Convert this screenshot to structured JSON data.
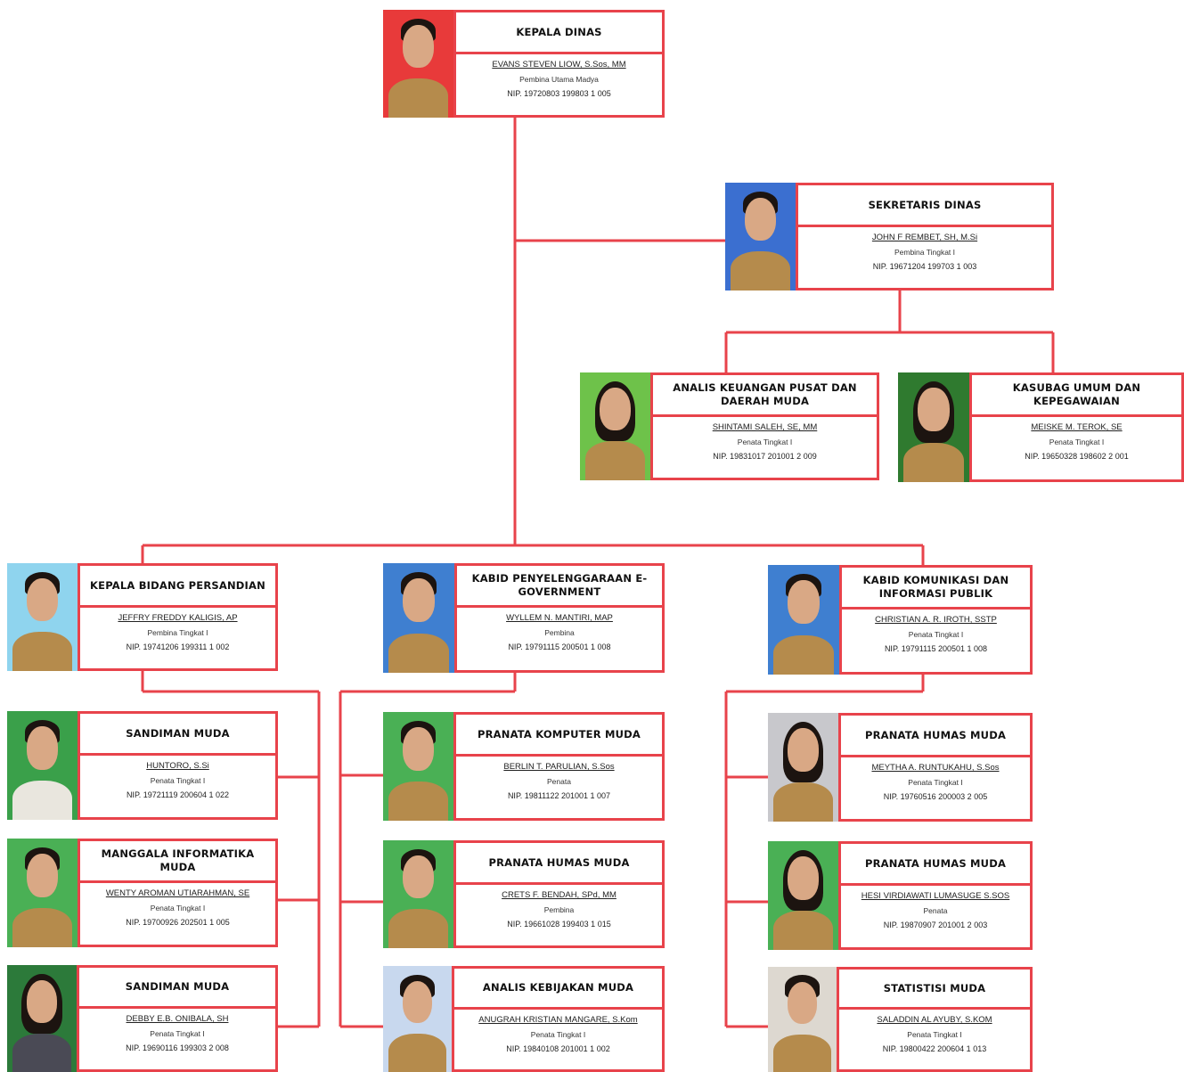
{
  "colors": {
    "line": "#e8434b",
    "border": "#e8434b"
  },
  "cards": [
    {
      "id": "kepala-dinas",
      "title": "KEPALA DINAS",
      "name": "EVANS STEVEN LIOW, S.Sos, MM",
      "rank": "Pembina Utama Madya",
      "nip": "NIP. 19720803 199803 1 005",
      "photo_bg": "#e83a3a",
      "attire": "khaki",
      "hair": "short"
    },
    {
      "id": "sekretaris-dinas",
      "title": "SEKRETARIS DINAS",
      "name": "JOHN F REMBET, SH, M.Si",
      "rank": "Pembina Tingkat I",
      "nip": "NIP. 19671204 199703 1 003",
      "photo_bg": "#3b6fd0",
      "attire": "khaki",
      "hair": "short"
    },
    {
      "id": "analis-keuangan",
      "title": "ANALIS KEUANGAN PUSAT DAN DAERAH MUDA",
      "name": "SHINTAMI SALEH, SE, MM",
      "rank": "Penata Tingkat I",
      "nip": "NIP. 19831017 201001 2 009",
      "photo_bg": "#6ec24a",
      "attire": "khaki",
      "hair": "long"
    },
    {
      "id": "kasubag-umum",
      "title": "KASUBAG UMUM DAN KEPEGAWAIAN",
      "name": "MEISKE M. TEROK, SE",
      "rank": "Penata Tingkat I",
      "nip": "NIP. 19650328 198602 2 001",
      "photo_bg": "#2f7a2f",
      "attire": "khaki",
      "hair": "long"
    },
    {
      "id": "kepala-bidang-persandian",
      "title": "KEPALA BIDANG PERSANDIAN",
      "name": "JEFFRY FREDDY KALIGIS, AP",
      "rank": "Pembina Tingkat I",
      "nip": "NIP. 19741206 199311 1 002",
      "photo_bg": "#8fd4ee",
      "attire": "khaki",
      "hair": "short"
    },
    {
      "id": "kabid-egov",
      "title": "KABID PENYELENGGARAAN E-GOVERNMENT",
      "name": "WYLLEM N. MANTIRI, MAP",
      "rank": "Pembina",
      "nip": "NIP. 19791115 200501 1 008",
      "photo_bg": "#3f7fd0",
      "attire": "khaki",
      "hair": "short"
    },
    {
      "id": "kabid-kominfo",
      "title": "KABID KOMUNIKASI DAN INFORMASI PUBLIK",
      "name": "CHRISTIAN A. R. IROTH, SSTP",
      "rank": "Penata Tingkat I",
      "nip": "NIP. 19791115 200501 1 008",
      "photo_bg": "#3f7fd0",
      "attire": "khaki",
      "hair": "short"
    },
    {
      "id": "sandiman-muda-1",
      "title": "SANDIMAN MUDA",
      "name": "HUNTORO, S.Si",
      "rank": "Penata Tingkat I",
      "nip": "NIP. 19721119 200604 1 022",
      "photo_bg": "#3aa04a",
      "attire": "white",
      "hair": "short"
    },
    {
      "id": "manggala-informatika",
      "title": "MANGGALA INFORMATIKA MUDA",
      "name": "WENTY AROMAN UTIARAHMAN, SE",
      "rank": "Penata Tingkat I",
      "nip": "NIP. 19700926 202501 1 005",
      "photo_bg": "#4ab055",
      "attire": "khaki",
      "hair": "short"
    },
    {
      "id": "sandiman-muda-2",
      "title": "SANDIMAN MUDA",
      "name": "DEBBY E.B. ONIBALA, SH",
      "rank": "Penata Tingkat I",
      "nip": "NIP. 19690116 199303 2 008",
      "photo_bg": "#2c7a3a",
      "attire": "dark",
      "hair": "long"
    },
    {
      "id": "pranata-komputer",
      "title": "PRANATA KOMPUTER MUDA",
      "name": "BERLIN T. PARULIAN, S.Sos",
      "rank": "Penata",
      "nip": "NIP. 19811122 201001 1 007",
      "photo_bg": "#4ab055",
      "attire": "khaki",
      "hair": "short"
    },
    {
      "id": "pranata-humas-1",
      "title": "PRANATA HUMAS MUDA",
      "name": "CRETS F. BENDAH, SPd, MM",
      "rank": "Pembina",
      "nip": "NIP. 19661028 199403 1 015",
      "photo_bg": "#4ab055",
      "attire": "khaki",
      "hair": "short"
    },
    {
      "id": "analis-kebijakan",
      "title": "ANALIS KEBIJAKAN MUDA",
      "name": "ANUGRAH KRISTIAN MANGARE, S.Kom",
      "rank": "Penata Tingkat I",
      "nip": "NIP. 19840108 201001 1 002",
      "photo_bg": "#c8d8ee",
      "attire": "khaki",
      "hair": "short"
    },
    {
      "id": "pranata-humas-2",
      "title": "PRANATA HUMAS MUDA",
      "name": "MEYTHA A. RUNTUKAHU, S.Sos",
      "rank": "Penata Tingkat I",
      "nip": "NIP. 19760516 200003 2 005",
      "photo_bg": "#c8c8cc",
      "attire": "khaki",
      "hair": "long"
    },
    {
      "id": "pranata-humas-3",
      "title": "PRANATA HUMAS MUDA",
      "name": "HESI VIRDIAWATI LUMASUGE S.SOS",
      "rank": "Penata",
      "nip": "NIP. 19870907 201001 2 003",
      "photo_bg": "#4ab055",
      "attire": "khaki",
      "hair": "long"
    },
    {
      "id": "statistisi-muda",
      "title": "STATISTISI MUDA",
      "name": "SALADDIN AL AYUBY, S.KOM",
      "rank": "Penata Tingkat I",
      "nip": "NIP. 19800422 200604 1 013",
      "photo_bg": "#ddd8d0",
      "attire": "khaki",
      "hair": "short"
    }
  ]
}
